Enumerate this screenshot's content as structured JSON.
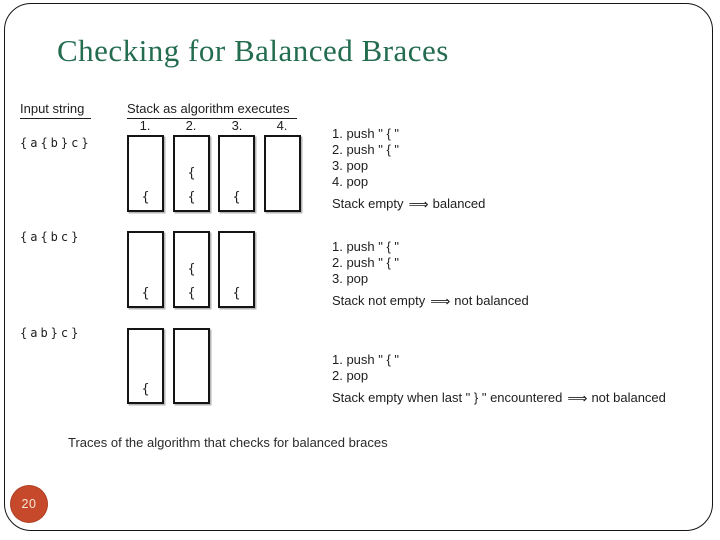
{
  "slide": {
    "title": "Checking for Balanced Braces",
    "caption": "Traces of the algorithm that checks for balanced braces",
    "page_number": "20",
    "colors": {
      "title_green": "#236C4F",
      "badge_orange": "#C7492B",
      "border_black": "#141414"
    }
  },
  "figure": {
    "input_header": "Input string",
    "stack_header": "Stack as algorithm executes",
    "columns": [
      "1.",
      "2.",
      "3.",
      "4."
    ],
    "rows": [
      {
        "input": "{a{b}c}",
        "stacks": [
          [
            "{"
          ],
          [
            "{",
            "{"
          ],
          [
            "{"
          ],
          []
        ],
        "steps": [
          "1. push \" { \"",
          "2. push \" { \"",
          "3. pop",
          "4. pop"
        ],
        "result": {
          "condition": "Stack empty",
          "arrow": "⟹",
          "outcome": "balanced"
        }
      },
      {
        "input": "{a{bc}",
        "stacks": [
          [
            "{"
          ],
          [
            "{",
            "{"
          ],
          [
            "{"
          ]
        ],
        "steps": [
          "1. push \" { \"",
          "2. push \" { \"",
          "3. pop"
        ],
        "result": {
          "condition": "Stack not empty",
          "arrow": "⟹",
          "outcome": "not balanced"
        }
      },
      {
        "input": "{ab}c}",
        "stacks": [
          [
            "{"
          ],
          []
        ],
        "steps": [
          "1. push \" { \"",
          "2. pop"
        ],
        "result": {
          "condition": "Stack empty when last \" } \" encountered",
          "arrow": "⟹",
          "outcome": "not balanced"
        }
      }
    ]
  }
}
